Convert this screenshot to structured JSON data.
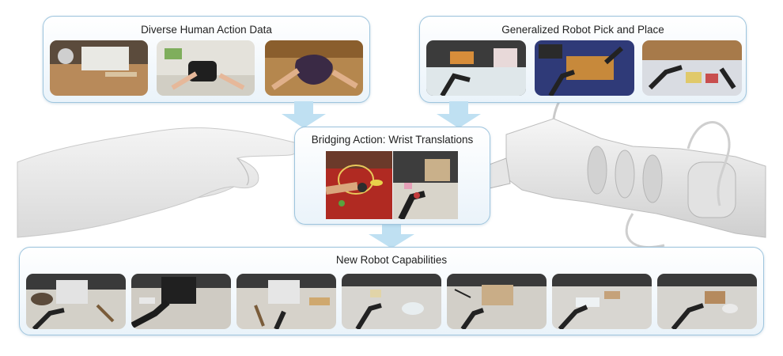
{
  "panels": {
    "human": {
      "title": "Diverse Human Action Data"
    },
    "robot": {
      "title": "Generalized Robot Pick and Place"
    },
    "bridge": {
      "title": "Bridging Action: Wrist Translations"
    },
    "capabilities": {
      "title": "New Robot Capabilities"
    }
  },
  "colors": {
    "panel_border": "#9ec5de",
    "arrow": "#bfe0f2",
    "accent": "#6fb2d8"
  },
  "icons": [
    "human-hand-illustration",
    "robot-arm-illustration",
    "down-arrow-icon"
  ]
}
